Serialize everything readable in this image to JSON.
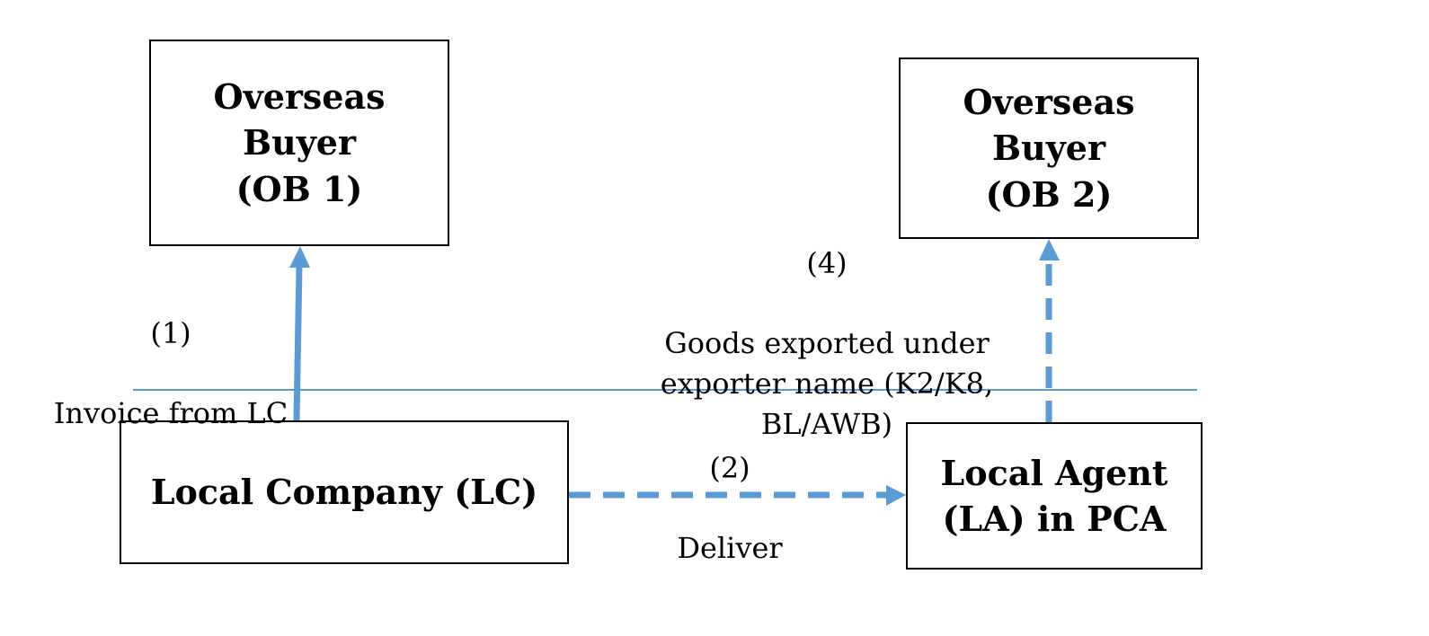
{
  "diagram": {
    "nodes": {
      "ob1": {
        "label": "Overseas\nBuyer\n(OB 1)"
      },
      "ob2": {
        "label": "Overseas\nBuyer\n(OB 2)"
      },
      "lc": {
        "label": "Local Company (LC)"
      },
      "la": {
        "label": "Local Agent\n(LA) in PCA"
      }
    },
    "edges": {
      "step1": {
        "number": "(1)",
        "text": "Invoice from LC",
        "style": "solid"
      },
      "step2": {
        "number": "(2)",
        "text": "Deliver",
        "style": "dashed"
      },
      "step4": {
        "number": "(4)",
        "text": "Goods exported under\nexporter name (K2/K8,\nBL/AWB)",
        "style": "dashed"
      }
    },
    "colors": {
      "arrow": "#5b9bd5",
      "divider": "#5b9bd5",
      "box_border": "#000000"
    }
  }
}
